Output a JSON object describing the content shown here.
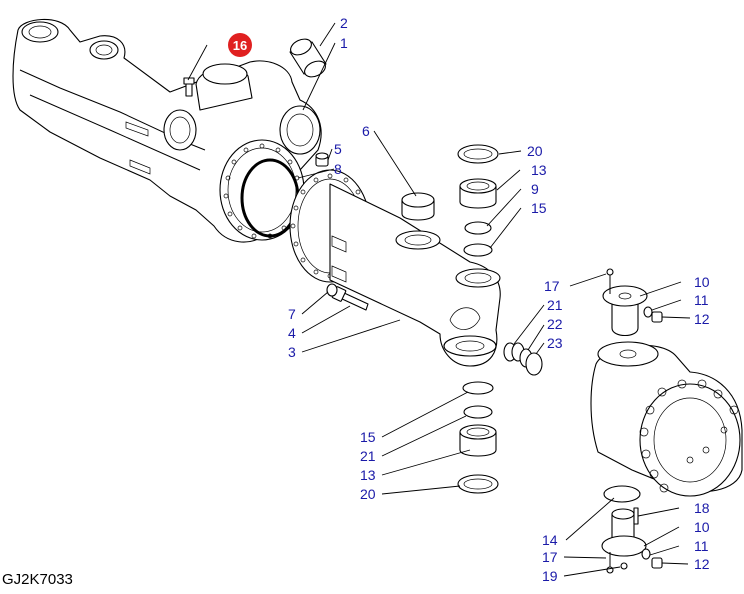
{
  "drawing_code": "GJ2K7033",
  "highlight": {
    "label": "16",
    "color": "#e02020"
  },
  "label_color": "#1a1aa8",
  "callouts": {
    "c2": "2",
    "c1": "1",
    "c6": "6",
    "c5": "5",
    "c8": "8",
    "c20a": "20",
    "c13a": "13",
    "c9": "9",
    "c15a": "15",
    "c17a": "17",
    "c10a": "10",
    "c11a": "11",
    "c12a": "12",
    "c7": "7",
    "c4": "4",
    "c3": "3",
    "c21a": "21",
    "c22": "22",
    "c23": "23",
    "c15b": "15",
    "c21b": "21",
    "c13b": "13",
    "c20b": "20",
    "c18": "18",
    "c10b": "10",
    "c14": "14",
    "c11b": "11",
    "c17b": "17",
    "c12b": "12",
    "c19": "19"
  }
}
